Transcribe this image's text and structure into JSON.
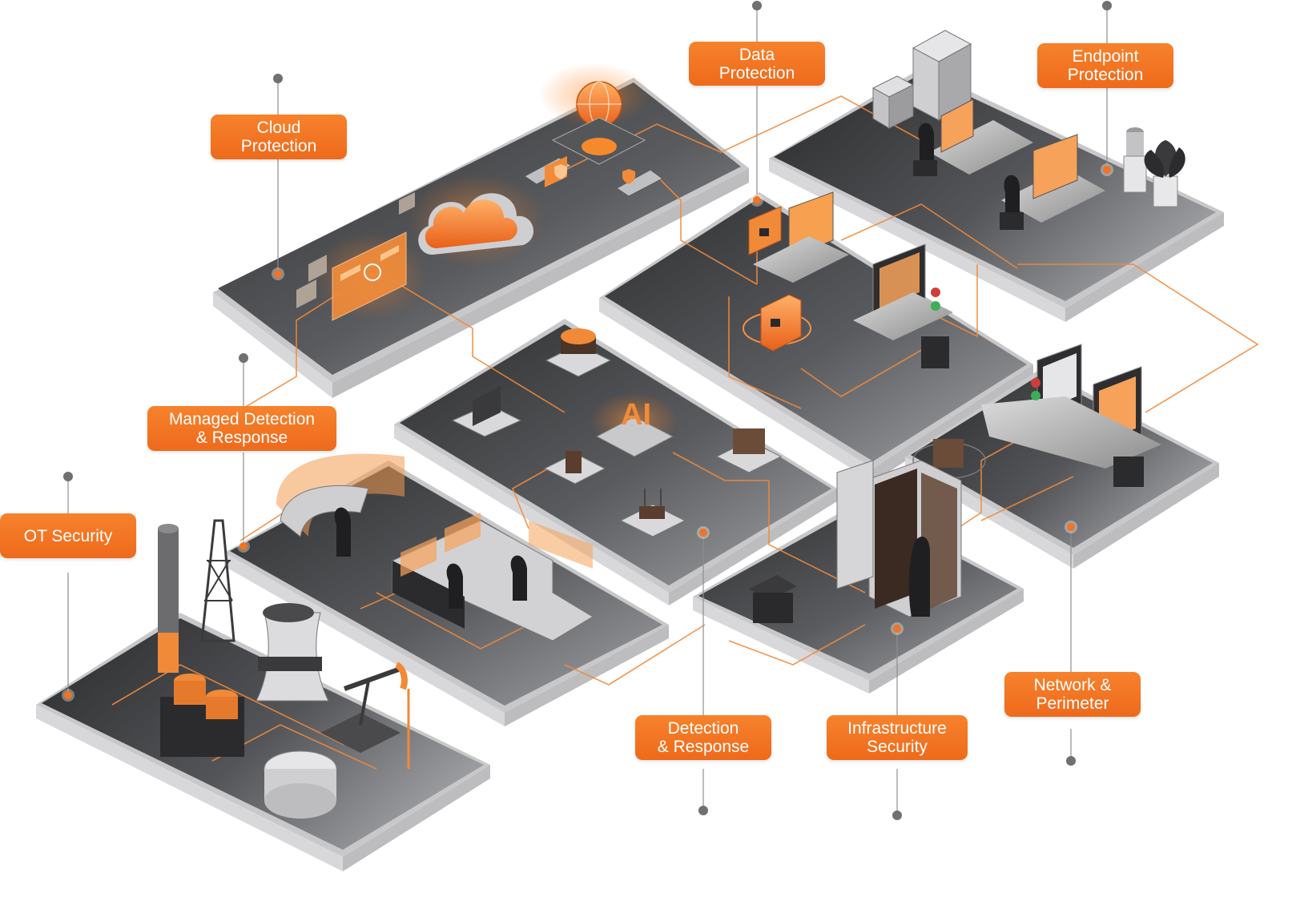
{
  "labels": {
    "data_protection": [
      "Data",
      "Protection"
    ],
    "endpoint_protection": [
      "Endpoint",
      "Protection"
    ],
    "cloud_protection": [
      "Cloud",
      "Protection"
    ],
    "managed_detection": [
      "Managed Detection",
      "& Response"
    ],
    "ot_security": [
      "OT Security"
    ],
    "detection_response": [
      "Detection",
      "& Response"
    ],
    "infrastructure_security": [
      "Infrastructure",
      "Security"
    ],
    "network_perimeter": [
      "Network &",
      "Perimeter"
    ]
  },
  "colors": {
    "accent": "#f07424",
    "platform_dark": "#3a3b3d",
    "platform_light": "#8d8e91",
    "connector_dot": "#707070",
    "line": "#f08a3c"
  },
  "icons": [
    "globe-icon",
    "cloud-icon",
    "browser-window-icon",
    "laptop-shield-icon",
    "lock-folder-icon",
    "monitor-icon",
    "server-rack-icon",
    "ai-chip-icon",
    "database-icon",
    "router-icon",
    "oil-rig-icon",
    "cooling-tower-icon",
    "pump-jack-icon",
    "storage-tank-icon",
    "control-room-icon",
    "printer-icon",
    "plant-icon",
    "water-cooler-icon"
  ]
}
